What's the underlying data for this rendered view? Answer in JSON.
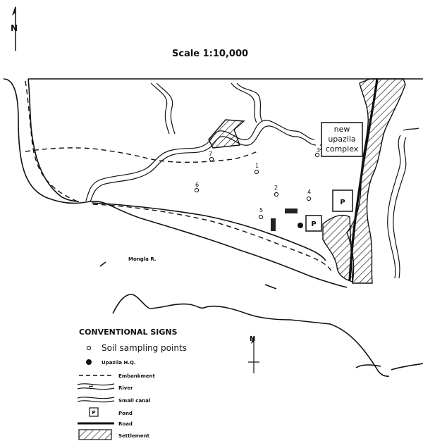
{
  "map": {
    "north_label": "N",
    "scale_label": "Scale 1:10,000",
    "river_name": "Mongla R.",
    "complex_label_lines": [
      "new",
      "upazila",
      "complex"
    ],
    "pond_symbol": "P",
    "sampling_points": [
      "1",
      "2",
      "3",
      "4",
      "5",
      "6",
      "7"
    ]
  },
  "legend": {
    "title": "CONVENTIONAL SIGNS",
    "north_label": "N",
    "items": [
      {
        "symbol": "soil-sample-icon",
        "label": "Soil sampling points"
      },
      {
        "symbol": "upazila-hq-icon",
        "label": "Upazila H.Q."
      },
      {
        "symbol": "embankment-icon",
        "label": "Embankment"
      },
      {
        "symbol": "river-icon",
        "label": "River"
      },
      {
        "symbol": "small-canal-icon",
        "label": "Small canal"
      },
      {
        "symbol": "pond-icon",
        "label": "Pond"
      },
      {
        "symbol": "road-icon",
        "label": "Road"
      },
      {
        "symbol": "settlement-icon",
        "label": "Settlement"
      }
    ]
  }
}
